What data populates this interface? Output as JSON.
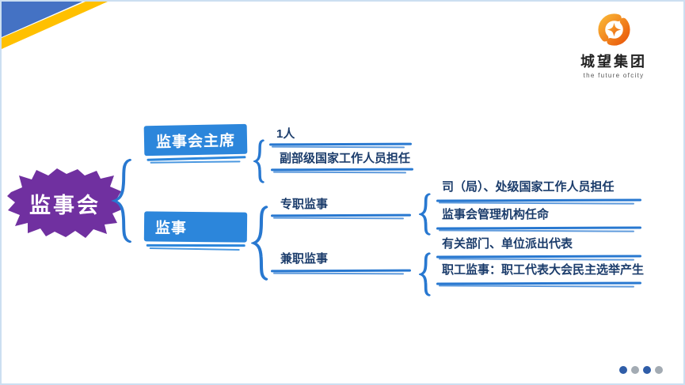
{
  "colors": {
    "accent_blue": "#2C86DB",
    "line_blue": "#2878D0",
    "text_navy": "#1B3C6B",
    "purple": "#7030A0",
    "banner_blue": "#4472C4",
    "banner_yellow": "#FFC000",
    "border_light": "#CCDFF1",
    "dot_blue": "#2F5DA8",
    "dot_gray": "#A3ABB3",
    "logo_orange_1": "#F9B234",
    "logo_orange_2": "#EA5B0C"
  },
  "logo": {
    "company_name": "城望集团",
    "tagline": "the future ofcity"
  },
  "diagram": {
    "root_label": "监事会",
    "chairman": {
      "label": "监事会主席",
      "items": [
        "1人",
        "副部级国家工作人员担任"
      ]
    },
    "supervisor": {
      "label": "监事",
      "branches": [
        {
          "label": "专职监事",
          "items": [
            "司（局）、处级国家工作人员担任",
            "监事会管理机构任命"
          ]
        },
        {
          "label": "兼职监事",
          "items": [
            "有关部门、单位派出代表",
            "职工监事：职工代表大会民主选举产生"
          ]
        }
      ]
    }
  },
  "pagination": {
    "dots": [
      "blue",
      "gray",
      "blue",
      "gray"
    ]
  }
}
